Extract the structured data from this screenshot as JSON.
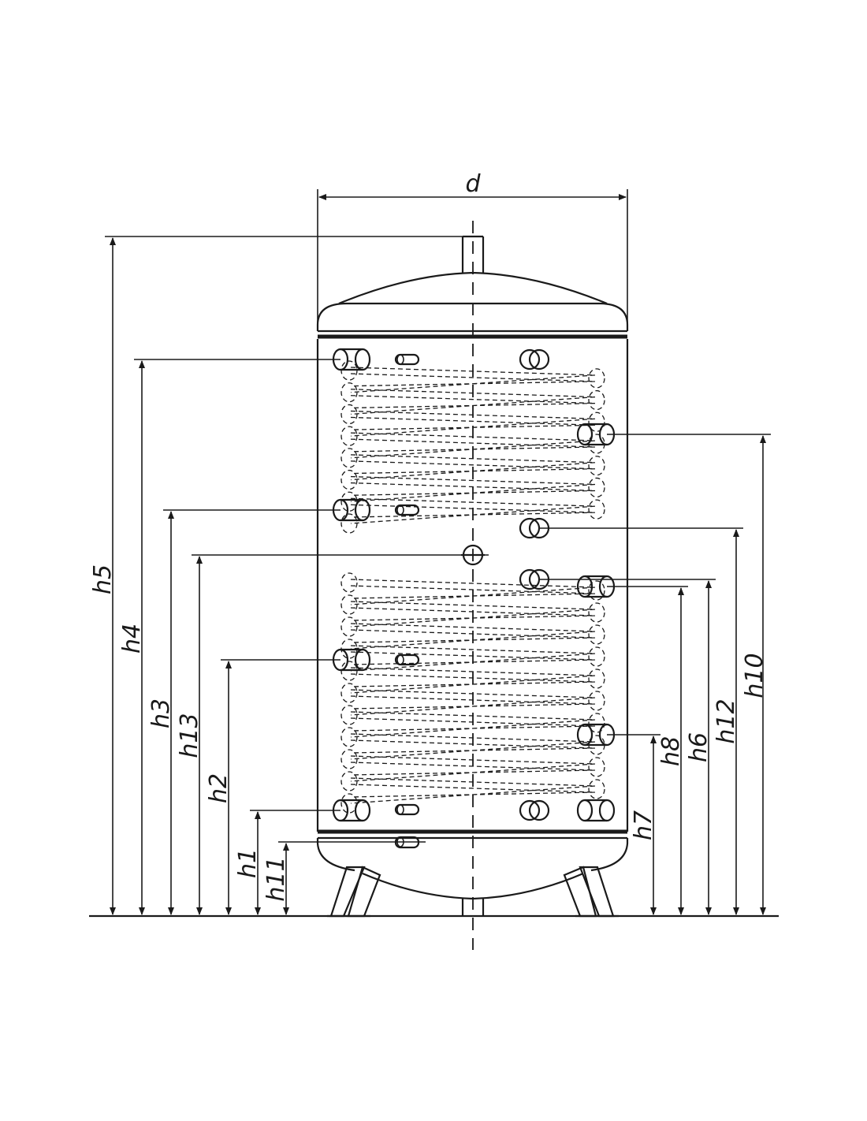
{
  "diagram": {
    "diameter_label": "d",
    "labels": {
      "h1": "h1",
      "h2": "h2",
      "h3": "h3",
      "h4": "h4",
      "h5": "h5",
      "h6": "h6",
      "h7": "h7",
      "h8": "h8",
      "h10": "h10",
      "h11": "h11",
      "h12": "h12",
      "h13": "h13"
    },
    "colors": {
      "ink": "#1a1a1a",
      "background": "#ffffff"
    }
  }
}
